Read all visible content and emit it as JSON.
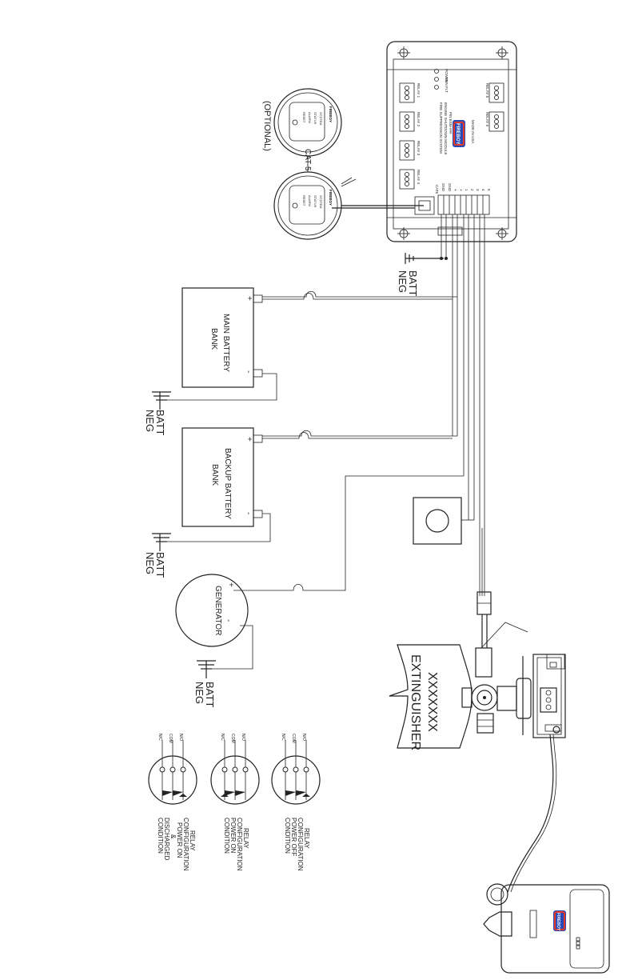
{
  "controller": {
    "brand": "FIREBOY",
    "lines": [
      "FIRE SUPPRESSION SYSTEM",
      "ENGINE SHUTDOWN MODULE",
      "P/N ESM-###",
      "MADE IN USA"
    ],
    "relay_labels": [
      "RELAY 1",
      "RELAY 2",
      "RELAY 3",
      "RELAY 4",
      "RELAY 5",
      "RELAY 6"
    ],
    "status_labels": [
      "POWER",
      "RUN",
      "FLT"
    ],
    "terminal_labels": [
      "GND",
      "GND",
      "+",
      "+",
      "1",
      "2",
      "3",
      "4",
      "5"
    ],
    "jack_label": "CAT5"
  },
  "helm_display": {
    "title": "FIREBOY",
    "lines": [
      "SYSTEM",
      "STATUS",
      "ALARM",
      "RESET"
    ],
    "optional_label": "(OPTIONAL)",
    "cable_label": "CAT-5"
  },
  "batt_neg": {
    "line1": "BATT",
    "line2": "NEG"
  },
  "main_battery": {
    "plus": "+",
    "minus": "-",
    "line1": "MAIN BATTERY",
    "line2": "BANK"
  },
  "backup_battery": {
    "plus": "+",
    "minus": "-",
    "line1": "BACKUP BATTERY",
    "line2": "BANK"
  },
  "generator": {
    "plus": "+",
    "minus": "-",
    "label": "GENERATOR"
  },
  "extinguisher": {
    "line1": "XXXXXXX",
    "line2": "EXTINGUISHER"
  },
  "actuator": {
    "brand": "FIREBOY"
  },
  "relay_configs": [
    {
      "pins": [
        "N/C",
        "COM",
        "N/O"
      ],
      "line1": "RELAY",
      "line2": "CONFIGURATION",
      "line3": "POWER OFF",
      "line4": "CONDITION"
    },
    {
      "pins": [
        "N/C",
        "COM",
        "N/O"
      ],
      "line1": "RELAY",
      "line2": "CONFIGURATION",
      "line3": "POWER ON",
      "line4": "CONDITION"
    },
    {
      "pins": [
        "N/C",
        "COM",
        "N/O"
      ],
      "line1": "RELAY",
      "line2": "CONFIGURATION",
      "line3": "POWER ON",
      "line4": "&",
      "line5": "DISCHARGED",
      "line6": "CONDITION"
    }
  ]
}
